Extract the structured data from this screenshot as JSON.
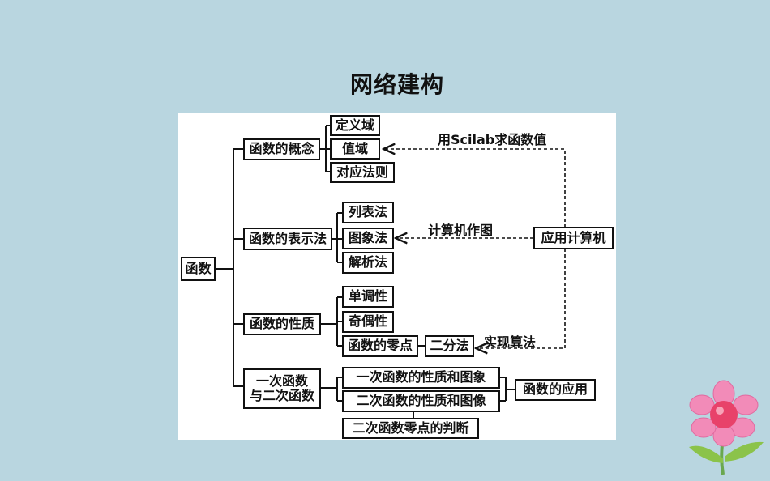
{
  "title": "网络建构",
  "diagram": {
    "root": "函数",
    "concept": {
      "label": "函数的概念",
      "children": [
        "定义域",
        "值域",
        "对应法则"
      ]
    },
    "representation": {
      "label": "函数的表示法",
      "children": [
        "列表法",
        "图象法",
        "解析法"
      ]
    },
    "properties": {
      "label": "函数的性质",
      "children": [
        "单调性",
        "奇偶性",
        "函数的零点"
      ],
      "bisection": "二分法"
    },
    "quadratic": {
      "label_line1": "一次函数",
      "label_line2": "与二次函数",
      "children": [
        "一次函数的性质和图象",
        "二次函数的性质和图像",
        "二次函数零点的判断"
      ],
      "application": "函数的应用"
    },
    "computer": {
      "label": "应用计算机",
      "arrow_scilab": "用Scilab求函数值",
      "arrow_graph": "计算机作图",
      "arrow_bisection": "实现算法"
    }
  }
}
